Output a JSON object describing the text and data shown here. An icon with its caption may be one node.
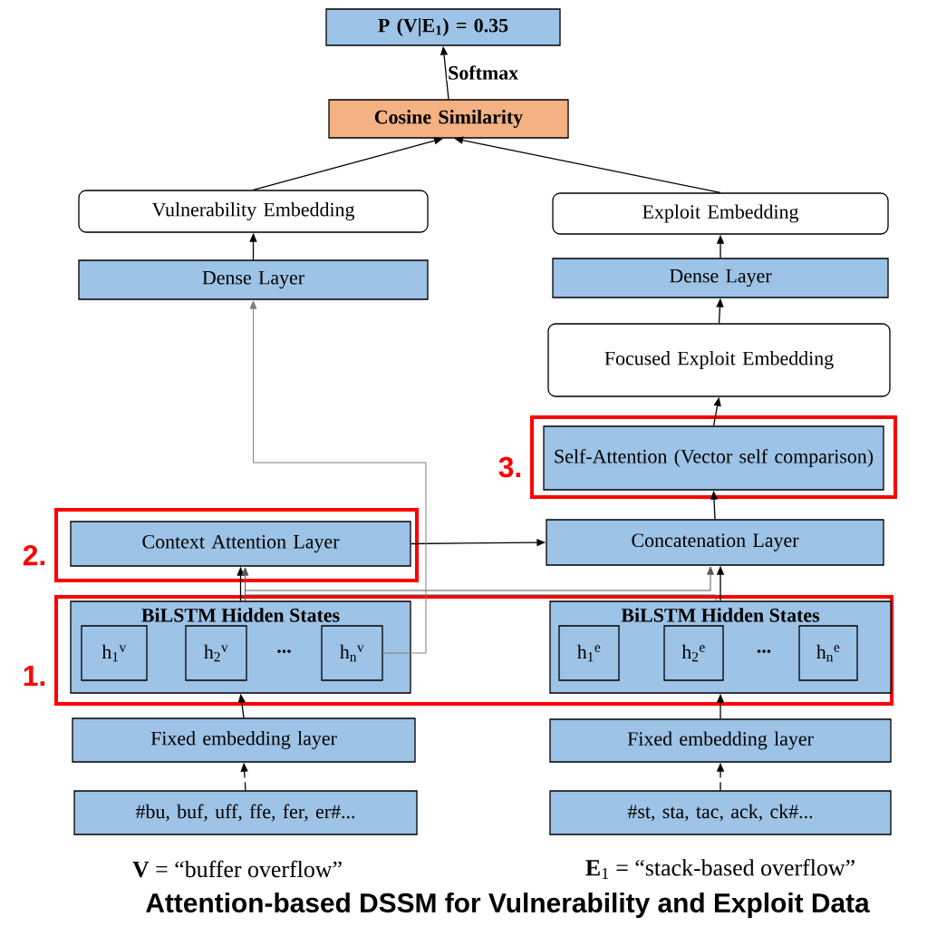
{
  "diagram": {
    "caption": "Attention-based DSSM for Vulnerability and Exploit Data",
    "nodes": [
      {
        "text": [
          "P (V|E$_{1}$) = 0.35"
        ]
      },
      {
        "text": [
          "Cosine Similarity"
        ]
      },
      {
        "text": [
          "Vulnerability Embedding"
        ]
      },
      {
        "text": [
          "Exploit Embedding"
        ]
      },
      {
        "text": [
          "Dense Layer"
        ]
      },
      {
        "text": [
          "Dense Layer"
        ]
      },
      {
        "text": [
          "Focused Exploit Embedding"
        ]
      },
      {
        "text": [
          "3."
        ]
      },
      {
        "text": [
          "Self-Attention (Vector self comparison)"
        ],
        "in": 7
      },
      {
        "text": [
          "2."
        ]
      },
      {
        "text": [
          "Context Attention Layer"
        ],
        "in": 9
      },
      {
        "text": [
          "Concatenation Layer"
        ]
      },
      {
        "text": [
          "1."
        ]
      },
      {
        "text": [
          "BiLSTM Hidden States",
          "..."
        ],
        "in": 12
      },
      {
        "text": [
          "h$_{1}$$^{v}$"
        ],
        "in": 13
      },
      {
        "text": [
          "h$_{2}$$^{v}$"
        ],
        "in": 13
      },
      {
        "text": [
          "h$_{n}$$^{v}$"
        ],
        "in": 13
      },
      {
        "text": [
          "BiLSTM Hidden States",
          "..."
        ],
        "in": 12
      },
      {
        "text": [
          "h$_{1}$$^{e}$"
        ],
        "in": 17
      },
      {
        "text": [
          "h$_{2}$$^{e}$"
        ],
        "in": 17
      },
      {
        "text": [
          "h$_{n}$$^{e}$"
        ],
        "in": 17
      },
      {
        "text": [
          "Fixed embedding layer"
        ]
      },
      {
        "text": [
          "Fixed embedding layer"
        ]
      },
      {
        "text": [
          "#bu, buf, uff, ffe, fer, er#..."
        ]
      },
      {
        "text": [
          "#st, sta, tac, ack, ck#..."
        ]
      }
    ],
    "edges": [
      {
        "from": 1,
        "to": 0,
        "arrow": "to",
        "label": "Softmax"
      },
      {
        "from": 2,
        "to": 1,
        "arrow": "to"
      },
      {
        "from": 3,
        "to": 1,
        "arrow": "to"
      },
      {
        "from": 4,
        "to": 2,
        "arrow": "to"
      },
      {
        "from": 5,
        "to": 3,
        "arrow": "to"
      },
      {
        "from": 6,
        "to": 5,
        "arrow": "to"
      },
      {
        "from": 8,
        "to": 6,
        "arrow": "to"
      },
      {
        "from": 11,
        "to": 8,
        "arrow": "to"
      },
      {
        "from": 10,
        "to": 11,
        "arrow": "to"
      },
      {
        "from": 13,
        "to": 10,
        "arrow": "to"
      },
      {
        "from": 17,
        "to": 11,
        "arrow": "to"
      },
      {
        "from": 13,
        "to": 11,
        "arrow": "to",
        "color": "#595959"
      },
      {
        "from": 17,
        "to": 10,
        "arrow": "to",
        "color": "#595959"
      },
      {
        "from": 16,
        "to": 4,
        "arrow": "to",
        "color": "#808080"
      },
      {
        "from": 21,
        "to": 13,
        "arrow": "to"
      },
      {
        "from": 22,
        "to": 17,
        "arrow": "to"
      },
      {
        "from": 23,
        "to": 21,
        "arrow": "to",
        "style": "dashed"
      },
      {
        "from": 24,
        "to": 22,
        "arrow": "to",
        "style": "dashed"
      }
    ],
    "labels": [
      "**V** = “buffer overflow”",
      "**E**$_{1}$ = “stack-based overflow”"
    ]
  }
}
